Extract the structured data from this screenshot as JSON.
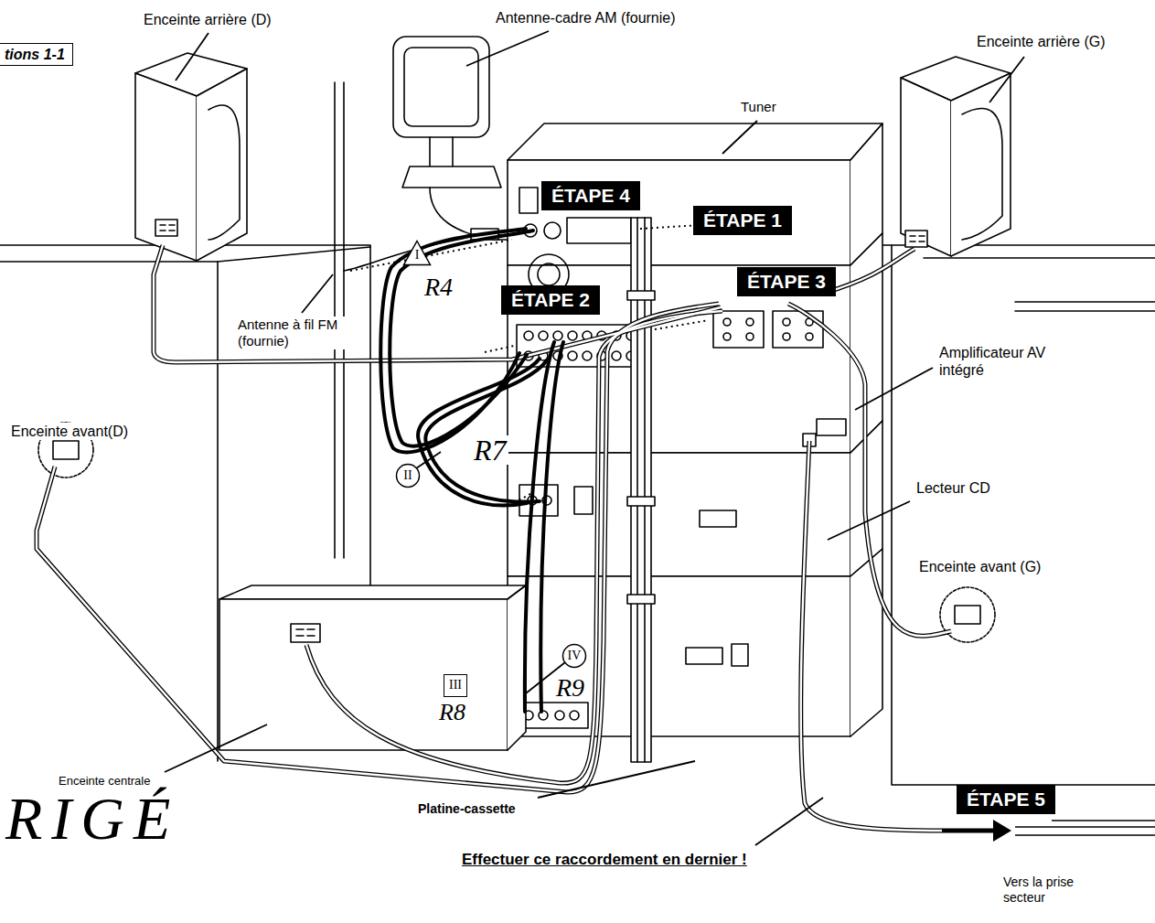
{
  "diagram": {
    "nodes": [
      {
        "text": [
          "tions 1-1"
        ]
      },
      {
        "text": [
          "ÉTAPE 4"
        ]
      },
      {
        "text": [
          "ÉTAPE 1"
        ]
      },
      {
        "text": [
          "I"
        ]
      },
      {
        "text": [
          "ÉTAPE 3"
        ]
      },
      {
        "text": [
          "ÉTAPE 2"
        ]
      },
      {
        "text": [
          "II"
        ]
      },
      {
        "text": [
          "IV"
        ]
      },
      {
        "text": [
          "III"
        ]
      },
      {
        "text": [
          "ÉTAPE 5"
        ]
      }
    ],
    "labels": [
      "Enceinte arrière (D)",
      "Antenne-cadre AM (fournie)",
      "Enceinte arrière (G)",
      "Tuner",
      "Antenne à fil FM (fournie)",
      "R4",
      "Amplificateur AV intégré",
      "Enceinte avant(D)",
      "R7",
      "Lecteur CD",
      "Enceinte avant (G)",
      "R9",
      "R8",
      "Enceinte centrale",
      "RIGÉ",
      "Platine-cassette",
      "Effectuer ce raccordement en dernier !",
      "Vers la prise secteur"
    ]
  }
}
